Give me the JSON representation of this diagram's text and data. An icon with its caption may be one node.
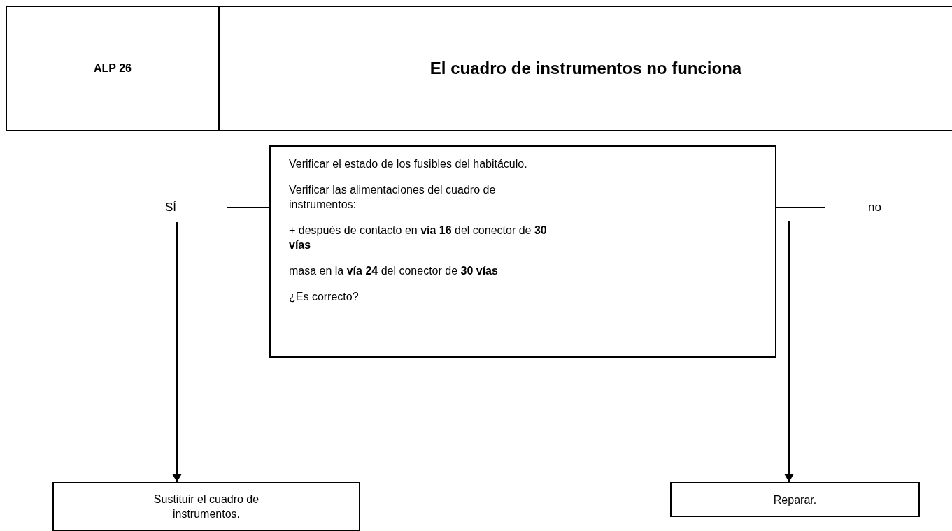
{
  "diagram": {
    "title": "El cuadro de instrumentos no funciona",
    "nodes": [
      {
        "text": [
          "Verificar el estado de los fusibles del habitáculo.",
          "Verificar las alimentaciones del cuadro de instrumentos:",
          "+ después de contacto en **vía 16** del conector de **30 vías**",
          "masa en la **vía 24** del conector de **30 vías**",
          "¿Es correcto?"
        ]
      },
      {
        "text": [
          "SÍ"
        ]
      },
      {
        "text": [
          "no"
        ]
      },
      {
        "text": [
          "Sustituir el cuadro de instrumentos."
        ]
      },
      {
        "text": [
          "Reparar."
        ]
      }
    ],
    "edges": [
      {
        "from": 0,
        "to": 1,
        "arrow": "none"
      },
      {
        "from": 0,
        "to": 2,
        "arrow": "none"
      },
      {
        "from": 1,
        "to": 3,
        "arrow": "to"
      },
      {
        "from": null,
        "to": 4,
        "arrow": "to"
      }
    ],
    "labels": [
      "ALP 26"
    ]
  }
}
